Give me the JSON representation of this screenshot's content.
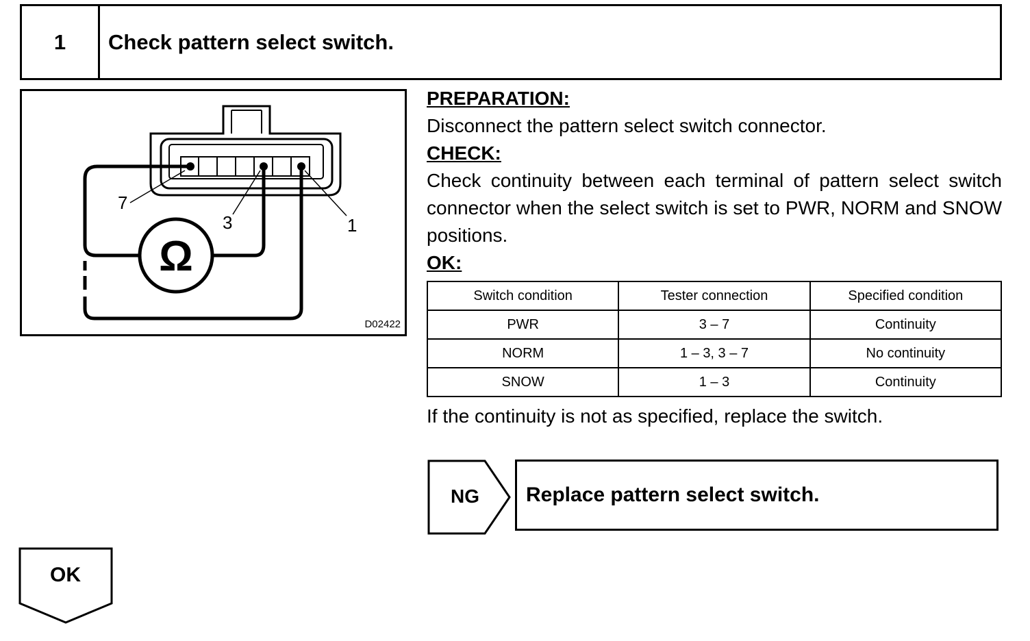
{
  "step": {
    "number": "1",
    "title": "Check pattern select switch."
  },
  "figure": {
    "terminal_labels": [
      "7",
      "3",
      "1"
    ],
    "meter_symbol": "Ω",
    "code": "D02422",
    "icon": "ohmmeter-connector-diagram"
  },
  "preparation": {
    "heading": "PREPARATION:",
    "text": "Disconnect the pattern select switch connector."
  },
  "check": {
    "heading": "CHECK:",
    "text": "Check continuity between each terminal of pattern select switch connector when the select switch is set to PWR, NORM and SNOW positions."
  },
  "ok_spec": {
    "heading": "OK:",
    "columns": [
      "Switch condition",
      "Tester connection",
      "Specified condition"
    ],
    "rows": [
      [
        "PWR",
        "3 – 7",
        "Continuity"
      ],
      [
        "NORM",
        "1 – 3, 3 – 7",
        "No continuity"
      ],
      [
        "SNOW",
        "1 – 3",
        "Continuity"
      ]
    ]
  },
  "note": "If the continuity is not as specified, replace the switch.",
  "ng": {
    "label": "NG",
    "action": "Replace pattern select switch."
  },
  "ok": {
    "label": "OK"
  }
}
